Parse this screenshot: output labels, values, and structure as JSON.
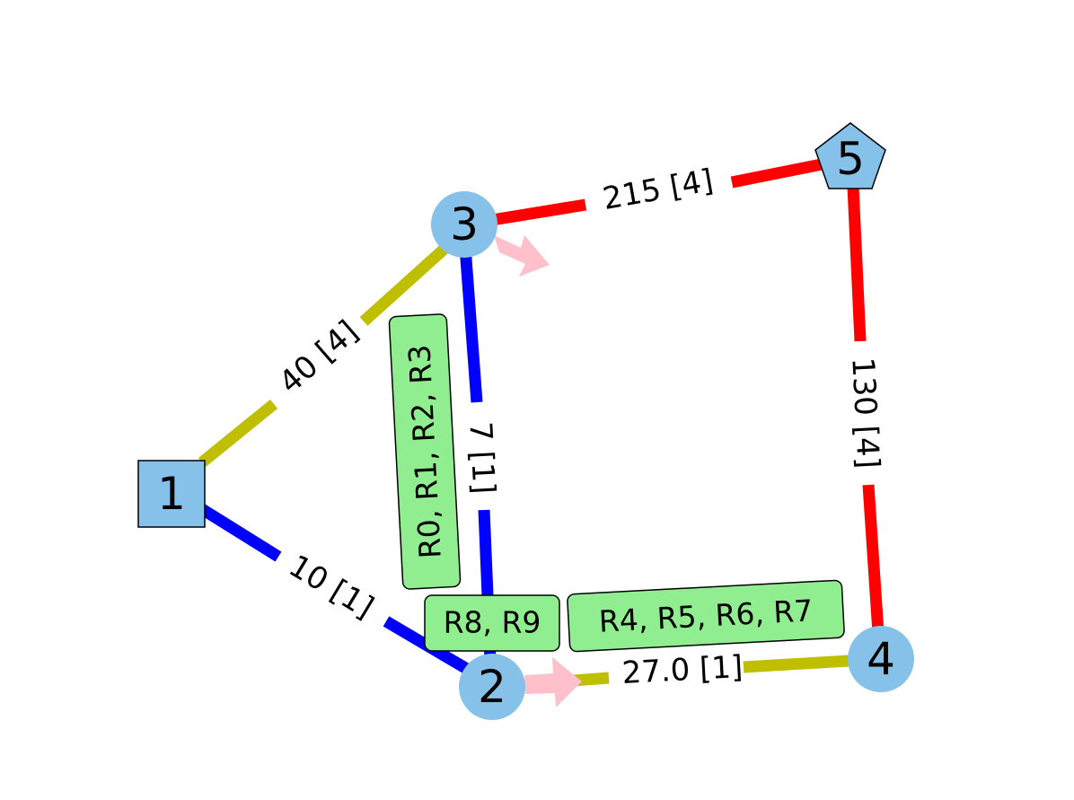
{
  "diagram": {
    "nodes": [
      {
        "id": "1",
        "label": "1",
        "shape": "square",
        "color": "#85C1E9"
      },
      {
        "id": "2",
        "label": "2",
        "shape": "circle",
        "color": "#85C1E9"
      },
      {
        "id": "3",
        "label": "3",
        "shape": "circle",
        "color": "#85C1E9"
      },
      {
        "id": "4",
        "label": "4",
        "shape": "circle",
        "color": "#85C1E9"
      },
      {
        "id": "5",
        "label": "5",
        "shape": "pentagon",
        "color": "#85C1E9"
      }
    ],
    "edges": [
      {
        "from": "1",
        "to": "3",
        "label": "40 [4]",
        "color": "#BFBF00"
      },
      {
        "from": "1",
        "to": "2",
        "label": "10 [1]",
        "color": "#0000FF"
      },
      {
        "from": "3",
        "to": "2",
        "label": "7 [1]",
        "color": "#0000FF"
      },
      {
        "from": "3",
        "to": "5",
        "label": "215 [4]",
        "color": "#FF0000"
      },
      {
        "from": "5",
        "to": "4",
        "label": "130 [4]",
        "color": "#FF0000"
      },
      {
        "from": "2",
        "to": "4",
        "label": "27.0 [1]",
        "color": "#BFBF00"
      }
    ],
    "route_labels": [
      {
        "text": "R0, R1, R2, R3",
        "color": "#90EE90"
      },
      {
        "text": "R8, R9",
        "color": "#90EE90"
      },
      {
        "text": "R4, R5, R6, R7",
        "color": "#90EE90"
      }
    ],
    "arrows": [
      {
        "near": "3",
        "color": "#FFC0CB"
      },
      {
        "near": "2",
        "color": "#FFC0CB"
      }
    ]
  }
}
